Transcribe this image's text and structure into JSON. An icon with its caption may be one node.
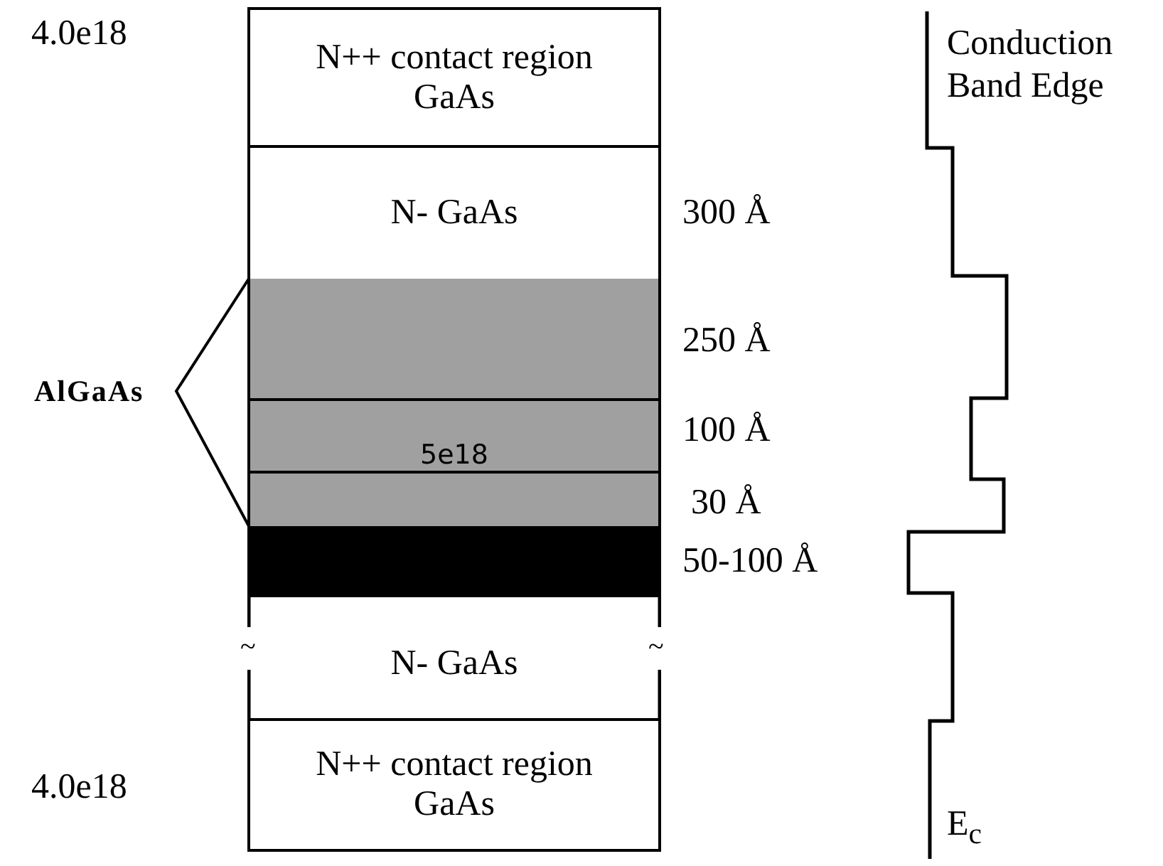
{
  "diagram": {
    "nodes": [
      {
        "text": [
          "N++ contact region GaAs"
        ],
        "beside": [
          "4.0e18"
        ]
      },
      {
        "text": [
          "N- GaAs"
        ],
        "beside": [
          "300 Å"
        ]
      },
      {
        "text": [],
        "shape": "box",
        "beside": [
          "250 Å"
        ]
      },
      {
        "text": [
          "5e18"
        ],
        "beside": [
          "100 Å"
        ]
      },
      {
        "text": [],
        "shape": "box",
        "beside": [
          "30 Å"
        ]
      },
      {
        "text": [],
        "shape": "box",
        "beside": [
          "50-100 Å"
        ]
      },
      {
        "text": [
          "N- GaAs"
        ]
      },
      {
        "text": [
          "N++ contact region GaAs"
        ],
        "beside": [
          "4.0e18"
        ]
      }
    ],
    "labels": [
      "Conduction Band Edge",
      "AlGaAs",
      "~",
      "~",
      "E$_{c}$"
    ]
  }
}
